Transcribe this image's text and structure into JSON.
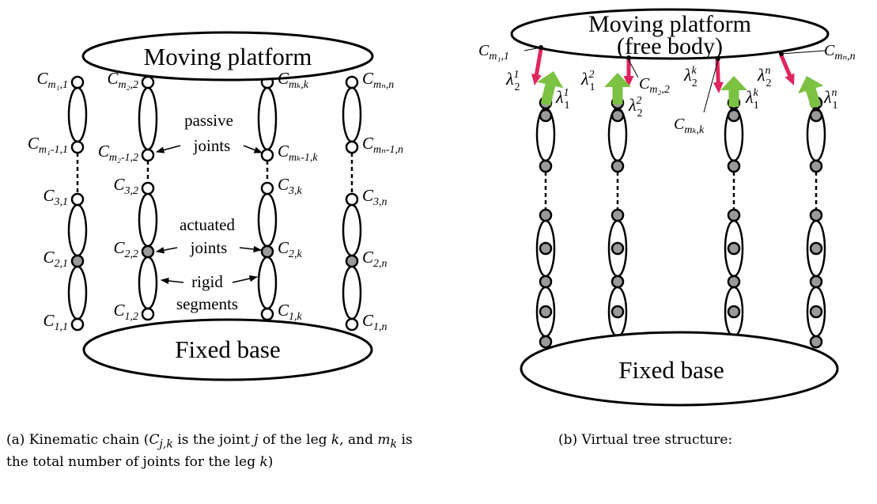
{
  "figure_a": {
    "top_label": "Moving platform",
    "bottom_label": "Fixed base",
    "annotations": {
      "passive_line1": "passive",
      "passive_line2": "joints",
      "actuated_line1": "actuated",
      "actuated_line2": "joints",
      "rigid_line1": "rigid",
      "rigid_line2": "segments"
    },
    "legs": [
      {
        "top_joint": "C",
        "top_sub": "m₁,1",
        "second": "C",
        "second_sub": "m₁-1,1",
        "third": "C",
        "third_sub": "3,1",
        "actuated": "C",
        "actuated_sub": "2,1",
        "base": "C",
        "base_sub": "1,1"
      },
      {
        "top_joint": "C",
        "top_sub": "m₂,2",
        "second": "C",
        "second_sub": "m₂-1,2",
        "third": "C",
        "third_sub": "3,2",
        "actuated": "C",
        "actuated_sub": "2,2",
        "base": "C",
        "base_sub": "1,2"
      },
      {
        "top_joint": "C",
        "top_sub": "mₖ,k",
        "second": "C",
        "second_sub": "mₖ-1,k",
        "third": "C",
        "third_sub": "3,k",
        "actuated": "C",
        "actuated_sub": "2,k",
        "base": "C",
        "base_sub": "1,k"
      },
      {
        "top_joint": "C",
        "top_sub": "mₙ,n",
        "second": "C",
        "second_sub": "mₙ-1,n",
        "third": "C",
        "third_sub": "3,n",
        "actuated": "C",
        "actuated_sub": "2,n",
        "base": "C",
        "base_sub": "1,n"
      }
    ]
  },
  "figure_b": {
    "top_label_line1": "Moving platform",
    "top_label_line2": "(free body)",
    "bottom_label": "Fixed base",
    "cut_joints": [
      {
        "sym": "C",
        "sub": "m₁,1"
      },
      {
        "sym": "C",
        "sub": "m₂,2"
      },
      {
        "sym": "C",
        "sub": "mₖ,k"
      },
      {
        "sym": "C",
        "sub": "mₙ,n"
      }
    ],
    "forces": [
      {
        "sym": "λ",
        "sup_a": "1",
        "sub_a": "2",
        "sup_b": "1",
        "sub_b": "1"
      },
      {
        "sym": "λ",
        "sup_a": "2",
        "sub_a": "1",
        "sup_b": "2",
        "sub_b": "2"
      },
      {
        "sym": "λ",
        "sup_a": "k",
        "sub_a": "2",
        "sup_b": "k",
        "sub_b": "1"
      },
      {
        "sym": "λ",
        "sup_a": "n",
        "sub_a": "2",
        "sup_b": "n",
        "sub_b": "1"
      }
    ]
  },
  "captions": {
    "a": "(a) Kinematic chain (Cj,k is the joint j of the leg k, and mk is the total number of joints for the leg k)",
    "b": "(b) Virtual tree structure:"
  },
  "colors": {
    "passive_joint": "#ffffff",
    "actuated_joint": "#9a9a9a",
    "cut_arrow": "#e0245e",
    "lambda_arrow": "#7cc242"
  }
}
